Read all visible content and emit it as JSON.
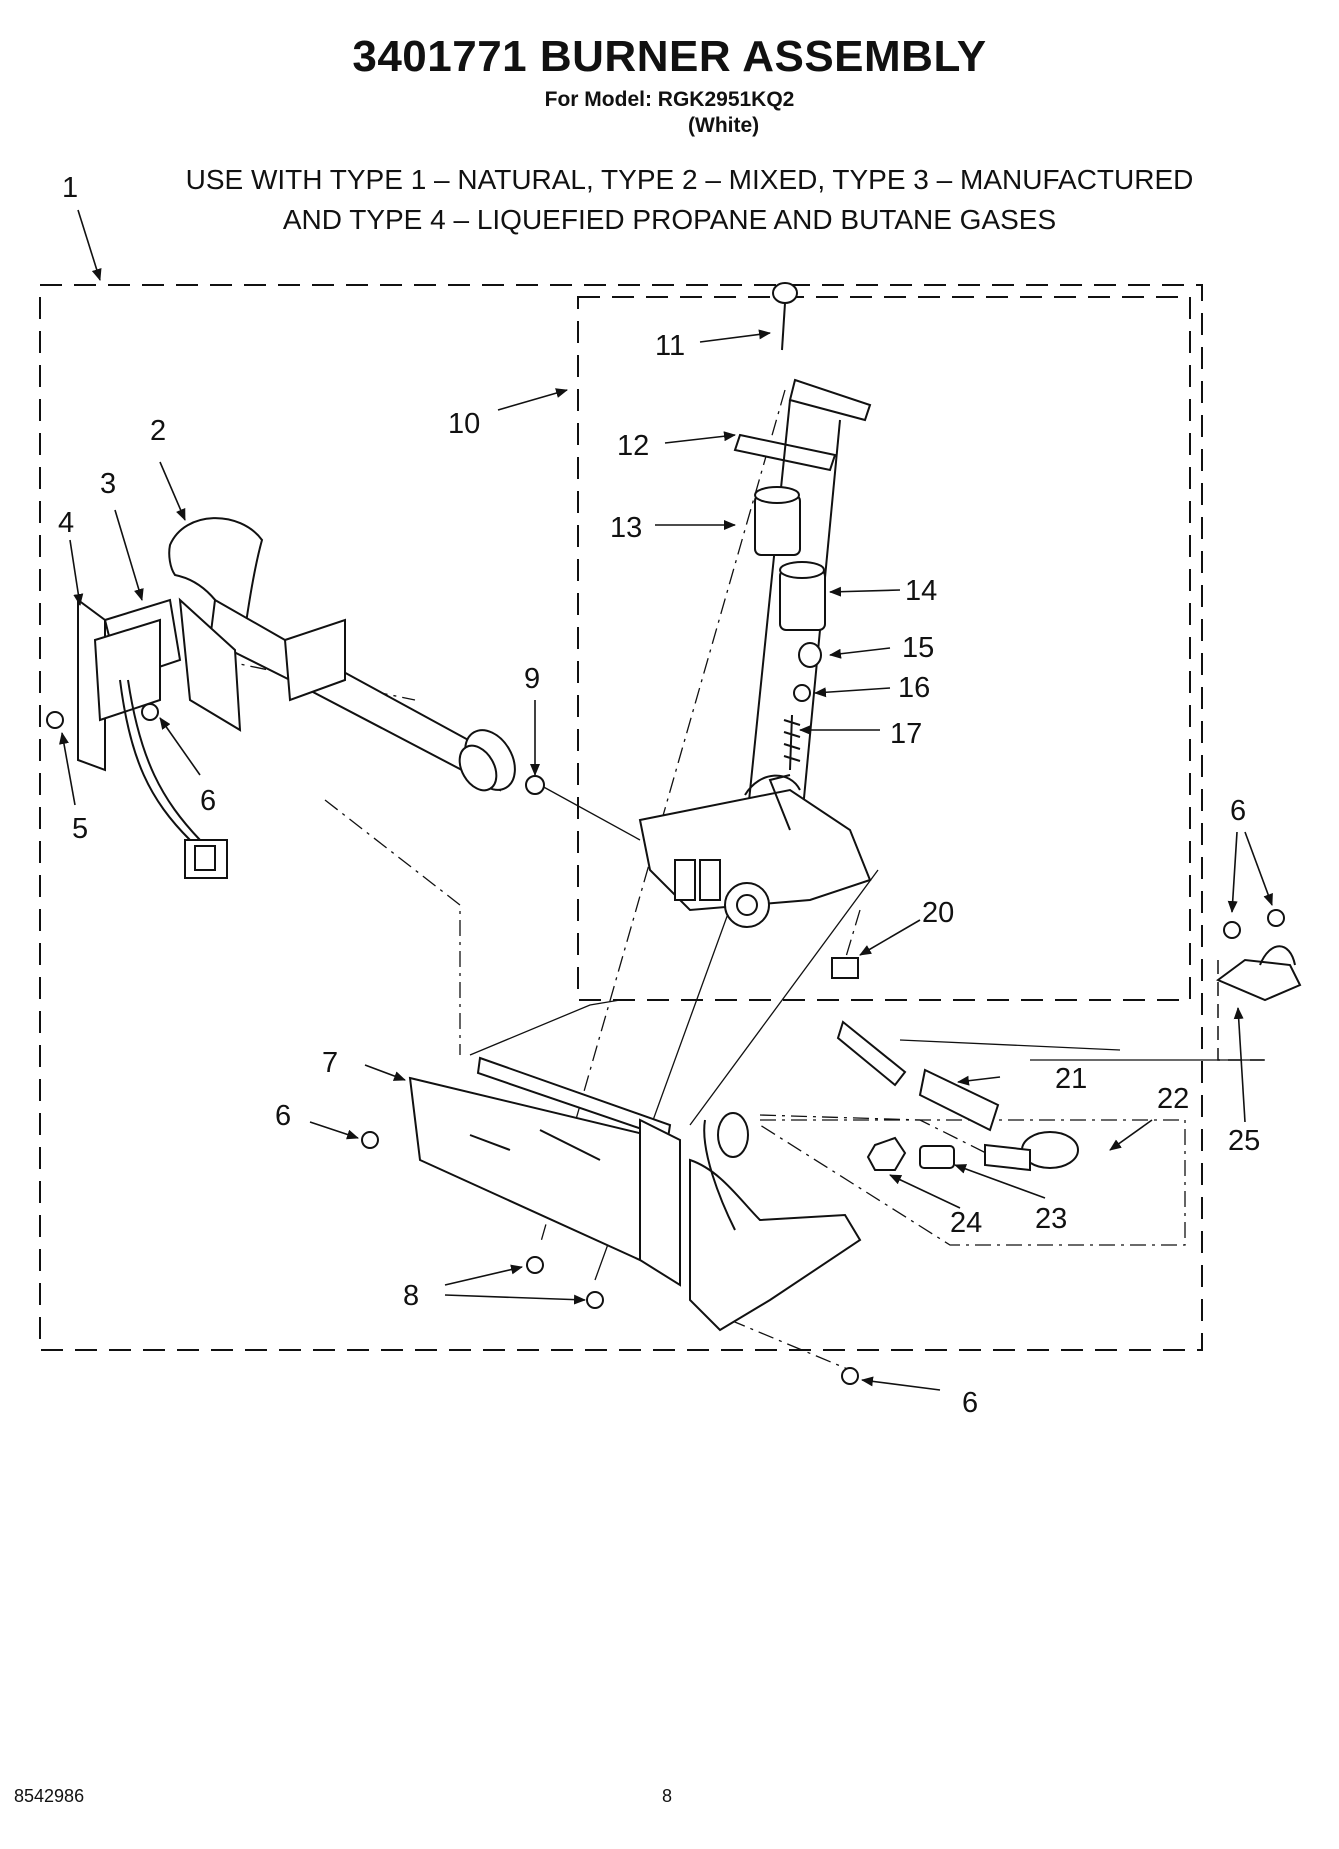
{
  "title": "3401771 BURNER ASSEMBLY",
  "model_line": "For Model: RGK2951KQ2",
  "variant": "(White)",
  "note": {
    "line1": "USE WITH TYPE 1 – NATURAL, TYPE 2 – MIXED, TYPE 3 – MANUFACTURED",
    "line2": "AND TYPE 4 – LIQUEFIED PROPANE AND BUTANE GASES"
  },
  "callouts": {
    "c1": "1",
    "c2": "2",
    "c3": "3",
    "c4": "4",
    "c5": "5",
    "c6a": "6",
    "c6b": "6",
    "c6c": "6",
    "c6d": "6",
    "c7": "7",
    "c8": "8",
    "c9": "9",
    "c10": "10",
    "c11": "11",
    "c12": "12",
    "c13": "13",
    "c14": "14",
    "c15": "15",
    "c16": "16",
    "c17": "17",
    "c20": "20",
    "c21": "21",
    "c22": "22",
    "c23": "23",
    "c24": "24",
    "c25": "25"
  },
  "footer": {
    "doc_number": "8542986",
    "page_number": "8"
  }
}
